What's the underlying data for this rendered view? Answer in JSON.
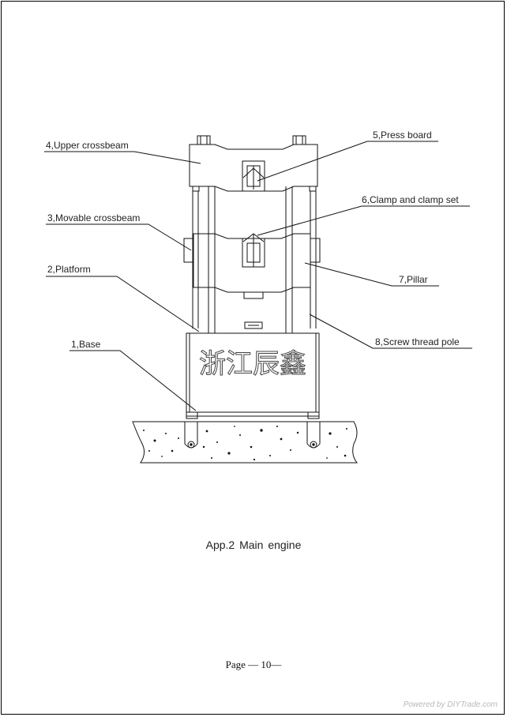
{
  "labels": {
    "upper_crossbeam": "4,Upper  crossbeam",
    "movable_crossbeam": "3,Movable  crossbeam",
    "platform": "2,Platform",
    "base": "1,Base",
    "press_board": "5,Press  board",
    "clamp_set": "6,Clamp  and  clamp  set",
    "pillar": "7,Pillar",
    "screw_pole": "8,Screw  thread  pole"
  },
  "base_text": "浙江辰鑫",
  "caption": "App.2  Main  engine",
  "footer": "Page  — 10—",
  "watermark": "Powered by DIYTrade.com"
}
